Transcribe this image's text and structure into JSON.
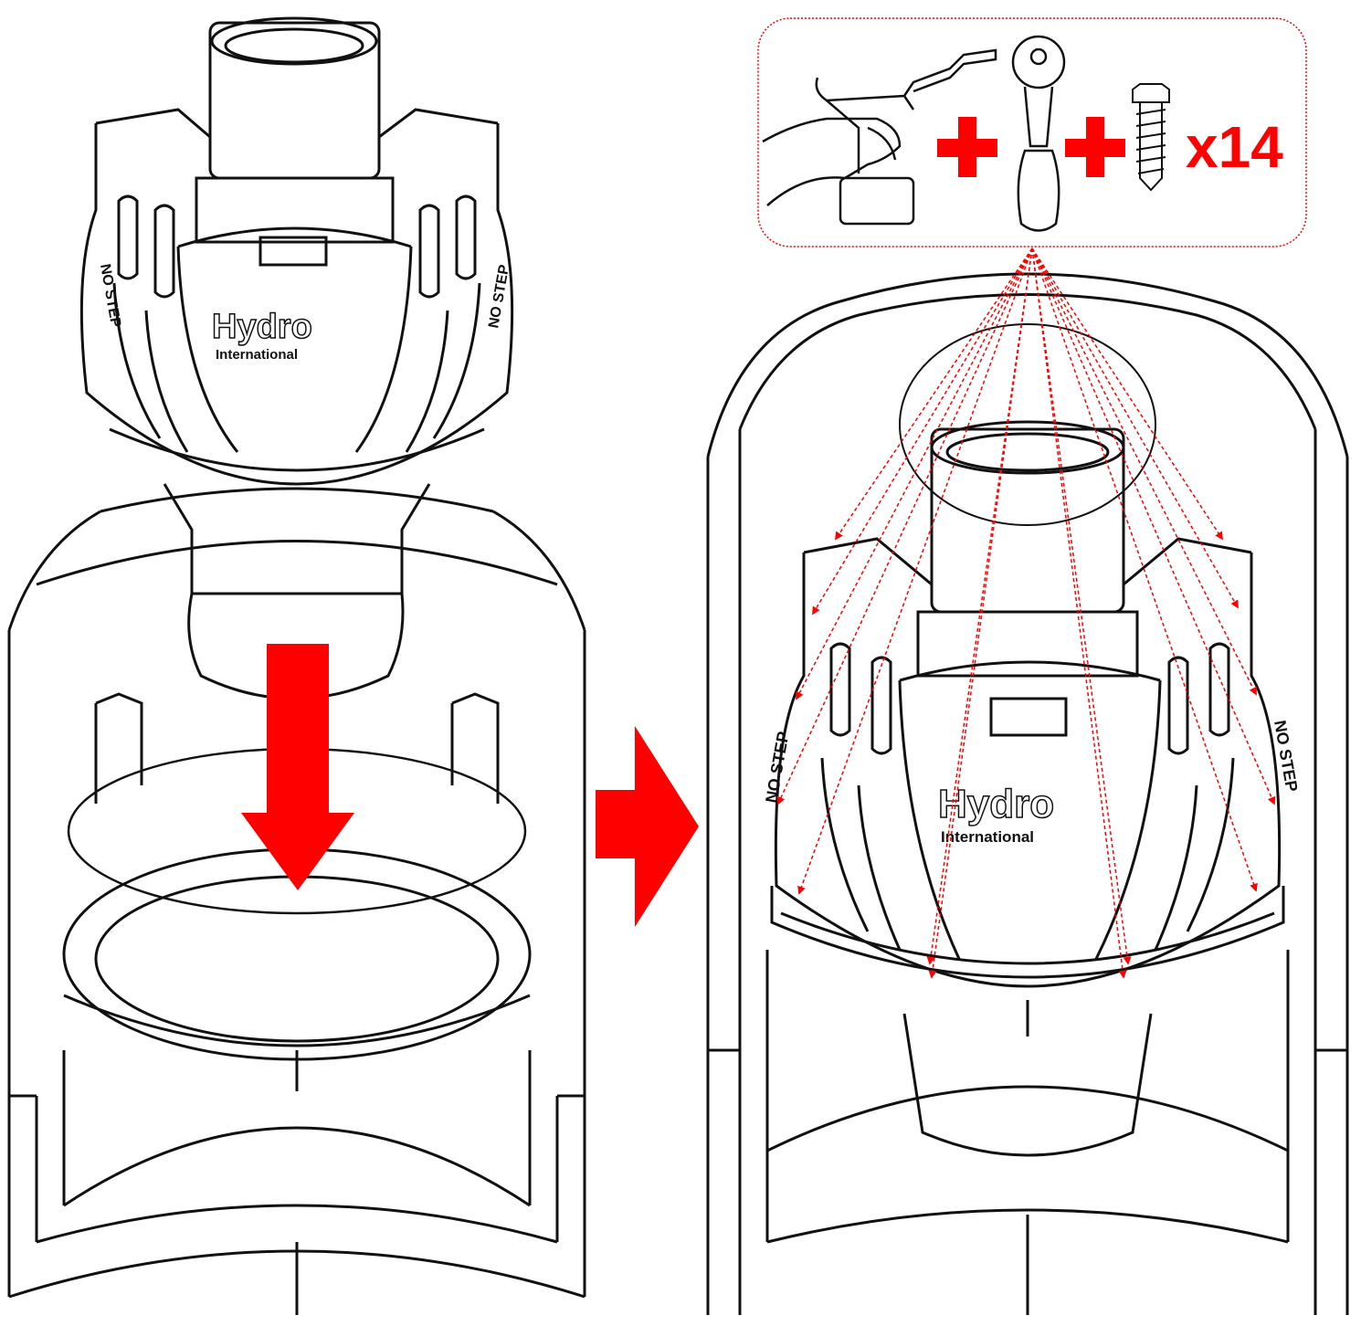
{
  "instruction": {
    "tools_box": {
      "items": [
        "cordless-drill",
        "ratchet-wrench",
        "lag-screw"
      ],
      "screw_count": "x14"
    },
    "unit": {
      "brand_line1": "Hydro",
      "brand_line2": "International",
      "label_no_step": "NO STEP"
    },
    "colors": {
      "accent": "#ff0000",
      "line": "#111111",
      "background": "#ffffff"
    },
    "screw_locations": 14
  }
}
